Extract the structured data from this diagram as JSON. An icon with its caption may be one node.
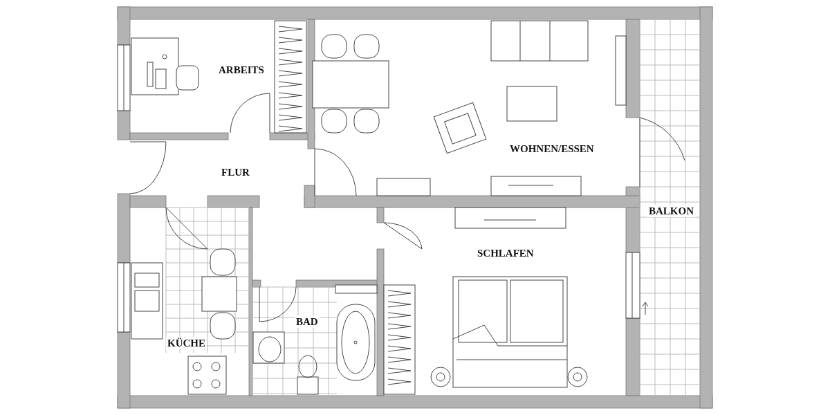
{
  "diagram": {
    "nodes": [
      {
        "text": [
          "ARBEITS"
        ]
      },
      {
        "text": [
          "FLUR"
        ]
      },
      {
        "text": [
          "WOHNEN/ESSEN"
        ]
      },
      {
        "text": [
          "BALKON"
        ]
      },
      {
        "text": [
          "SCHLAFEN"
        ]
      },
      {
        "text": [
          "BAD"
        ]
      },
      {
        "text": [
          "KÜCHE"
        ]
      }
    ]
  }
}
